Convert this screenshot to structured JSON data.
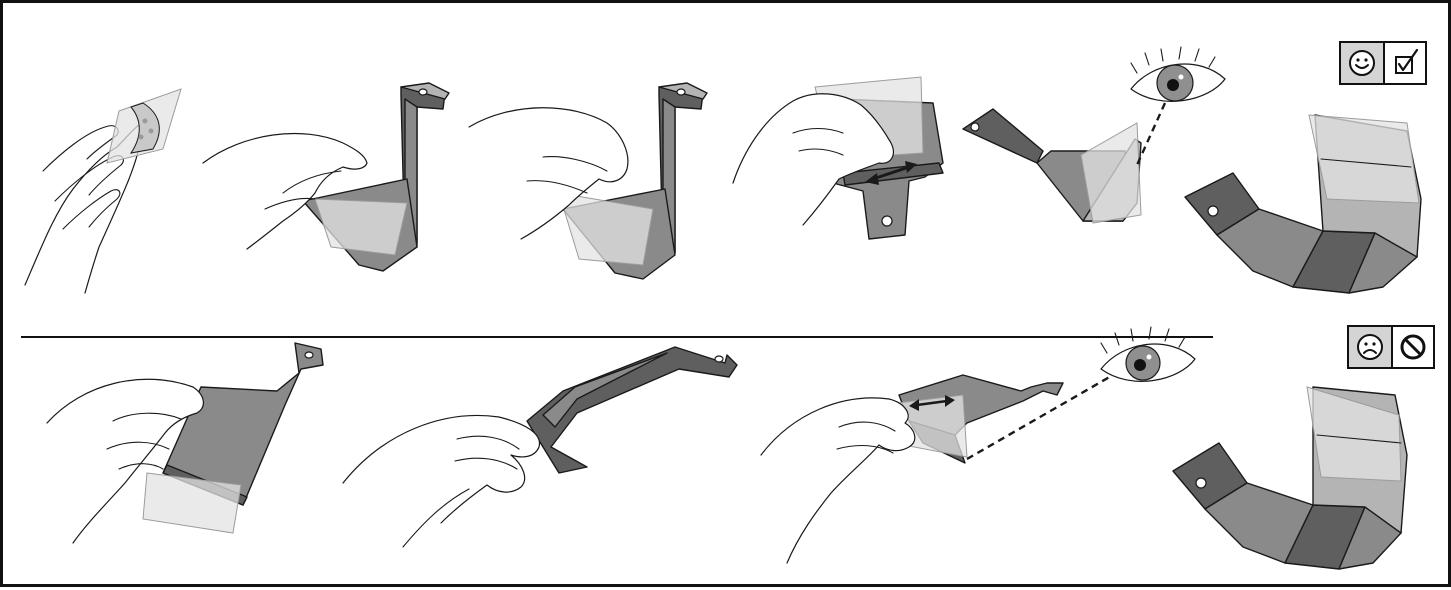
{
  "diagram": {
    "palette": {
      "metal": "#8a8a8a",
      "metal_dark": "#5f5f5f",
      "metal_light": "#b4b4b4",
      "film": "#e3e3e3",
      "film_edge": "#9c9c9c",
      "outline": "#1a1a1a",
      "badge_fill": "#d4d4d4"
    },
    "rows": [
      {
        "result": "correct",
        "badge": {
          "left_icon": "smiley-happy-icon",
          "right_icon": "checkmark-box-icon"
        },
        "steps": [
          "peel-backing",
          "apply-film",
          "press-film",
          "slide-film-flat",
          "inspect-film",
          "finished-bracket"
        ]
      },
      {
        "result": "wrong",
        "badge": {
          "left_icon": "smiley-sad-icon",
          "right_icon": "prohibited-icon"
        },
        "steps": [
          "apply-film-underside",
          "bend-bracket",
          "slide-film-inspect",
          "bad-result-bracket"
        ]
      }
    ]
  }
}
